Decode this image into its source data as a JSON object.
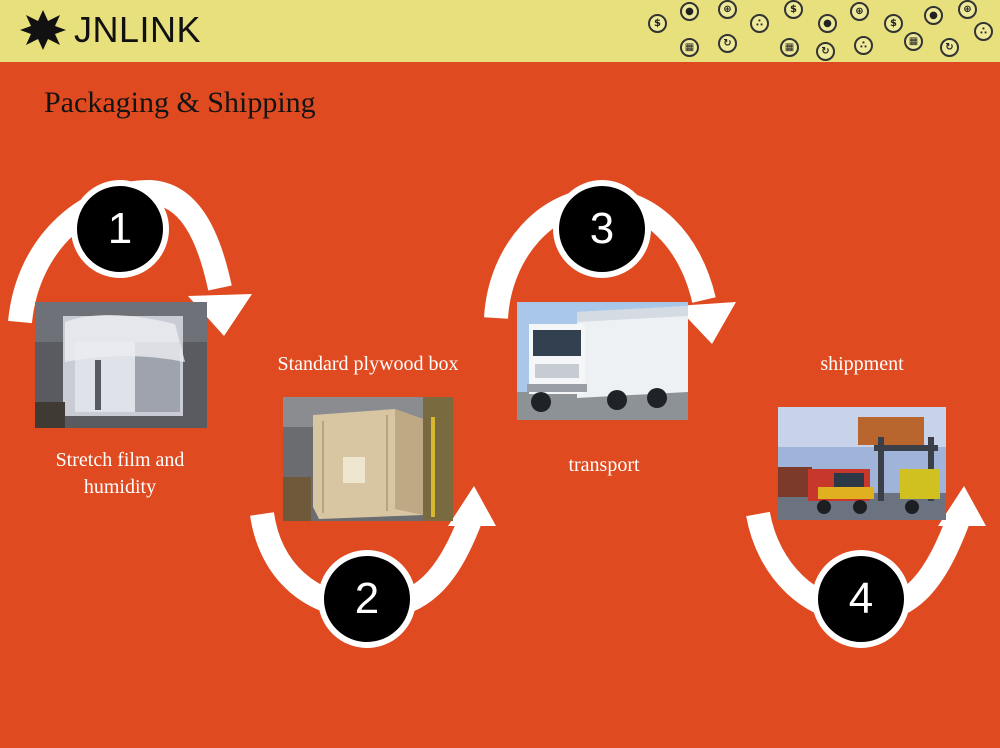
{
  "brand": {
    "name": "JNLINK"
  },
  "slide": {
    "title": "Packaging & Shipping"
  },
  "steps": [
    {
      "number": "1",
      "caption": "Stretch film and\nhumidity"
    },
    {
      "number": "2",
      "caption": "Standard plywood box"
    },
    {
      "number": "3",
      "caption": "transport"
    },
    {
      "number": "4",
      "caption": "shippment"
    }
  ],
  "header_icons": [
    "dollar-icon",
    "person-icon",
    "globe-icon",
    "dollar-icon",
    "network-icon",
    "dollar-icon",
    "person-icon",
    "globe-icon",
    "dollar-icon",
    "person-icon",
    "globe-icon",
    "chart-icon",
    "recycle-icon",
    "chart-icon",
    "recycle-icon",
    "network-icon",
    "chart-icon",
    "recycle-icon",
    "network-icon"
  ],
  "colors": {
    "background": "#E04A20",
    "header": "#E7E07C",
    "arrow": "#FFFFFF",
    "badge": "#000000"
  }
}
